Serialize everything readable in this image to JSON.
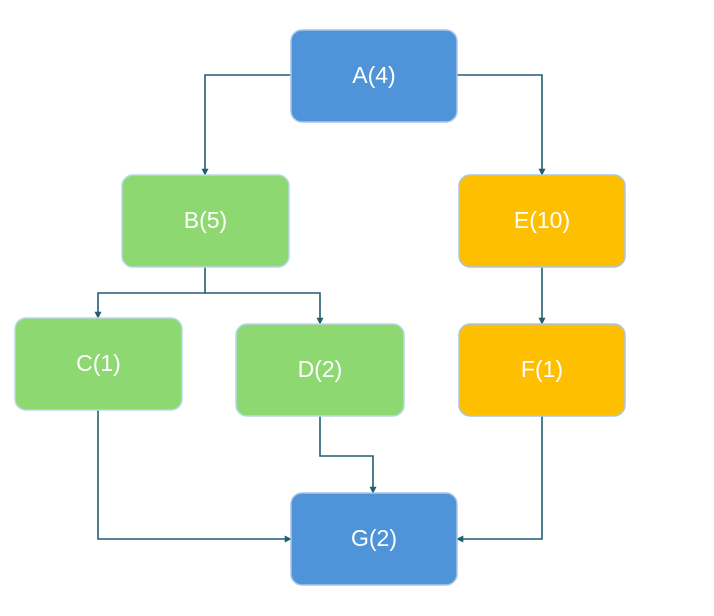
{
  "colors": {
    "blue_fill": "#4f94d8",
    "blue_border": "#a9c6e8",
    "green_fill": "#8ed872",
    "green_border": "#b7d8e8",
    "orange_fill": "#fdbf00",
    "orange_border": "#a9c6e8",
    "label_text": "#ffffff",
    "edge": "#215f73"
  },
  "nodes": [
    {
      "id": "A",
      "label": "A(4)",
      "color": "blue"
    },
    {
      "id": "B",
      "label": "B(5)",
      "color": "green"
    },
    {
      "id": "E",
      "label": "E(10)",
      "color": "orange"
    },
    {
      "id": "C",
      "label": "C(1)",
      "color": "green"
    },
    {
      "id": "D",
      "label": "D(2)",
      "color": "green"
    },
    {
      "id": "F",
      "label": "F(1)",
      "color": "orange"
    },
    {
      "id": "G",
      "label": "G(2)",
      "color": "blue"
    }
  ],
  "edges": [
    {
      "from": "A",
      "to": "B"
    },
    {
      "from": "A",
      "to": "E"
    },
    {
      "from": "B",
      "to": "C"
    },
    {
      "from": "B",
      "to": "D"
    },
    {
      "from": "E",
      "to": "F"
    },
    {
      "from": "C",
      "to": "G"
    },
    {
      "from": "D",
      "to": "G"
    },
    {
      "from": "F",
      "to": "G"
    }
  ]
}
